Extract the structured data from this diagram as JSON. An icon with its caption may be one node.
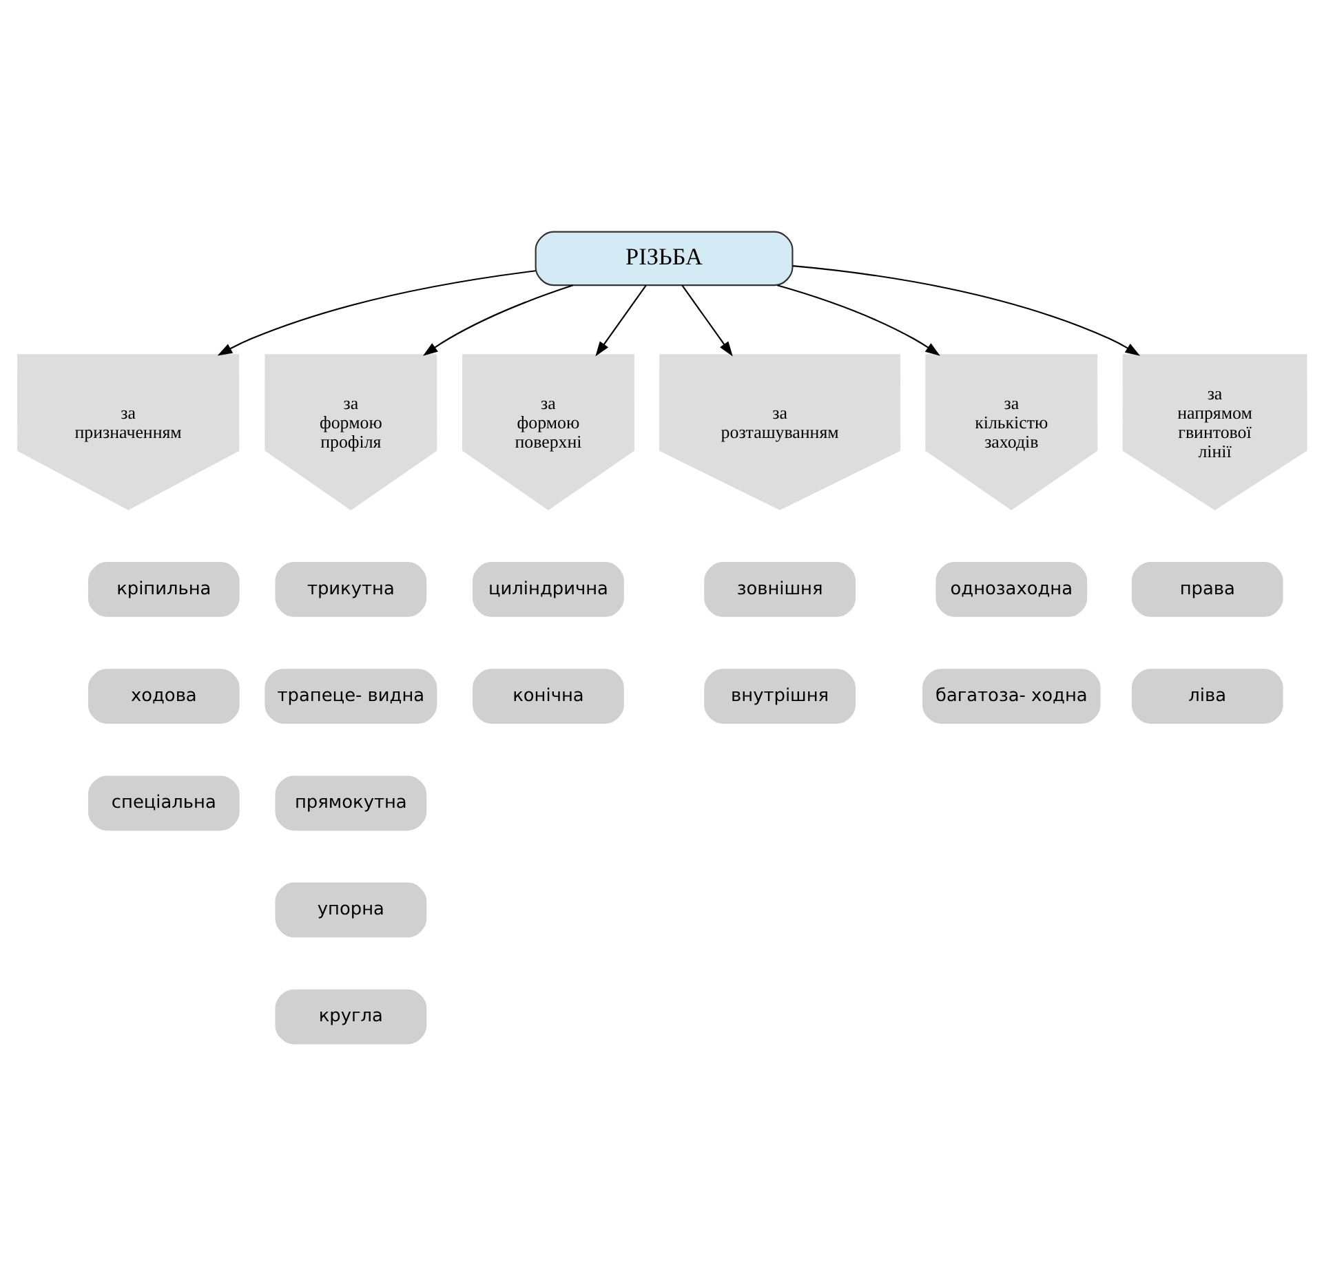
{
  "diagram": {
    "nodes": [
      {
        "text": [
          "РІЗЬБА"
        ]
      },
      {
        "text": [
          "за призначенням"
        ]
      },
      {
        "text": [
          "за формою профіля"
        ]
      },
      {
        "text": [
          "за формою поверхні"
        ]
      },
      {
        "text": [
          "за розташуванням"
        ]
      },
      {
        "text": [
          "за кількістю заходів"
        ]
      },
      {
        "text": [
          "за напрямом гвинтової лінії"
        ]
      },
      {
        "text": [
          "кріпильна"
        ]
      },
      {
        "text": [
          "трикутна"
        ]
      },
      {
        "text": [
          "циліндрична"
        ]
      },
      {
        "text": [
          "зовнішня"
        ]
      },
      {
        "text": [
          "однозаходна"
        ]
      },
      {
        "text": [
          "права"
        ]
      },
      {
        "text": [
          "ходова"
        ]
      },
      {
        "text": [
          "трапеце- видна"
        ]
      },
      {
        "text": [
          "конічна"
        ]
      },
      {
        "text": [
          "внутрішня"
        ]
      },
      {
        "text": [
          "багатоза- ходна"
        ]
      },
      {
        "text": [
          "ліва"
        ]
      },
      {
        "text": [
          "спеціальна"
        ]
      },
      {
        "text": [
          "прямокутна"
        ]
      },
      {
        "text": [
          "упорна"
        ]
      },
      {
        "text": [
          "кругла"
        ]
      }
    ],
    "edges": [
      {
        "from": 0,
        "to": 1,
        "arrow": "to"
      },
      {
        "from": 0,
        "to": 2,
        "arrow": "to"
      },
      {
        "from": 0,
        "to": 3,
        "arrow": "to"
      },
      {
        "from": 0,
        "to": 4,
        "arrow": "to"
      },
      {
        "from": 0,
        "to": 5,
        "arrow": "to"
      },
      {
        "from": 0,
        "to": 6,
        "arrow": "to"
      }
    ]
  }
}
